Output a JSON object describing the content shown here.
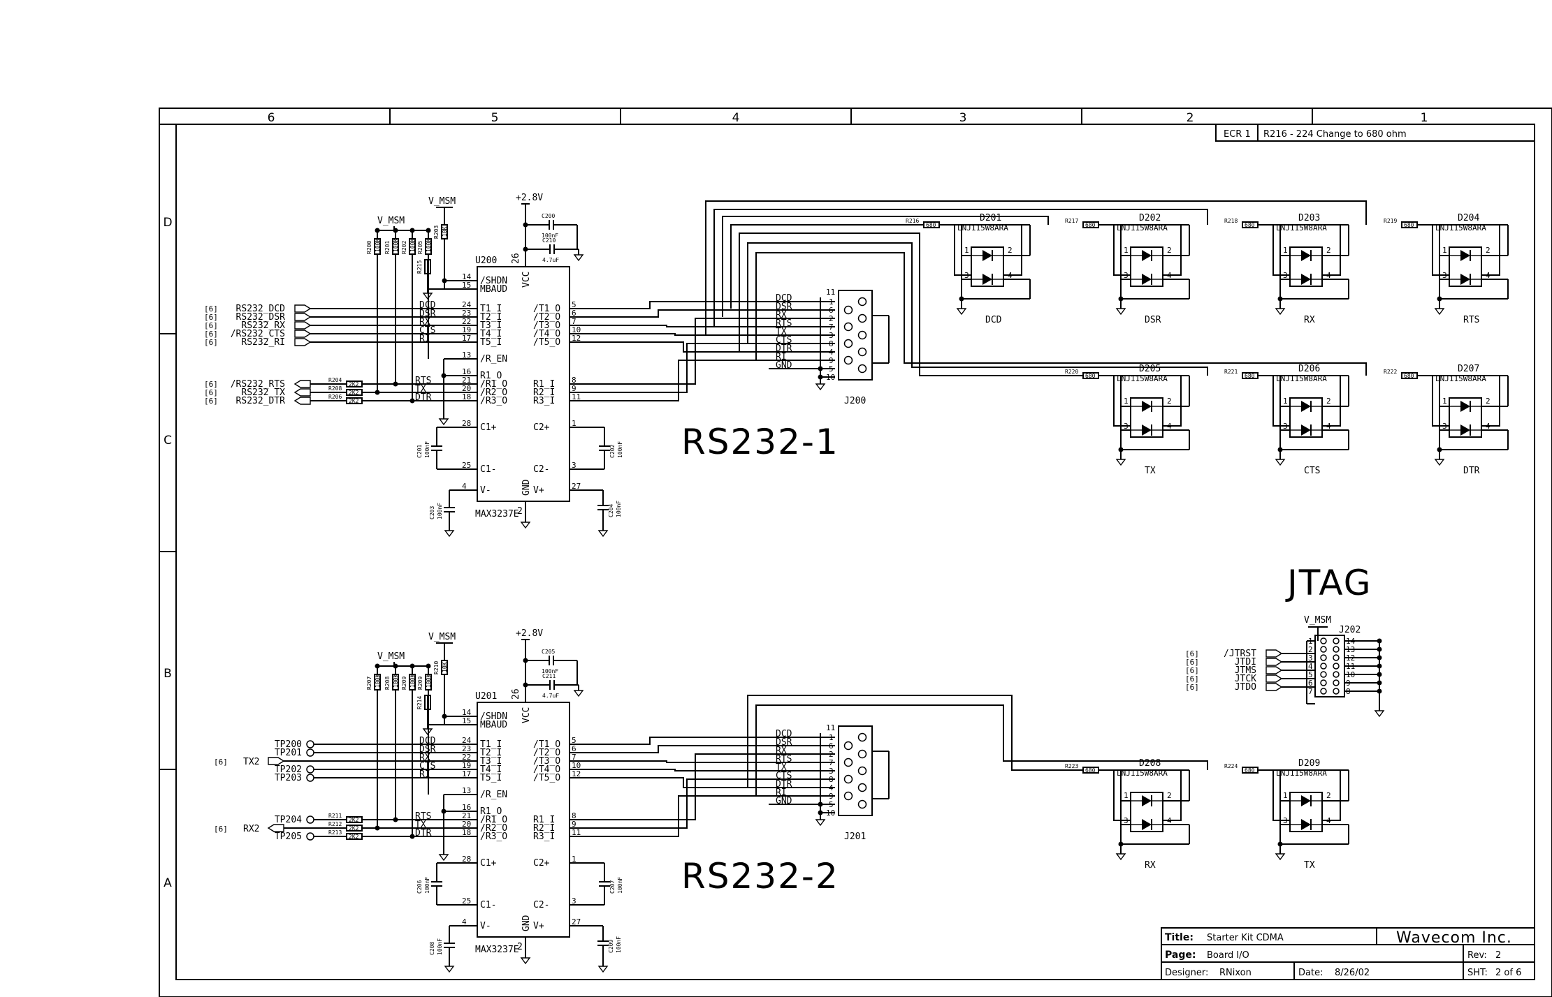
{
  "zones": {
    "columns": [
      "6",
      "5",
      "4",
      "3",
      "2",
      "1"
    ],
    "rows": [
      "D",
      "C",
      "B",
      "A"
    ]
  },
  "ecr": {
    "id": "ECR 1",
    "text": "R216 - 224 Change to 680 ohm"
  },
  "section_titles": {
    "rs232_1": "RS232-1",
    "rs232_2": "RS232-2",
    "jtag": "JTAG"
  },
  "power": {
    "vmsm": "V_MSM",
    "p28": "+2.8V",
    "sheet_ref": "[6]"
  },
  "ic": {
    "u200": {
      "ref": "U200",
      "part": "MAX3237E"
    },
    "u201": {
      "ref": "U201",
      "part": "MAX3237E"
    },
    "vcc": "VCC",
    "gnd": "GND",
    "vcc_pin": "26",
    "gnd_pin": "2",
    "left_pins": [
      {
        "n": "14",
        "name": "/SHDN"
      },
      {
        "n": "15",
        "name": "MBAUD"
      },
      {
        "n": "24",
        "name": "T1_I"
      },
      {
        "n": "23",
        "name": "T2_I"
      },
      {
        "n": "22",
        "name": "T3_I"
      },
      {
        "n": "19",
        "name": "T4_I"
      },
      {
        "n": "17",
        "name": "T5_I"
      },
      {
        "n": "13",
        "name": "/R_EN"
      },
      {
        "n": "16",
        "name": "R1_O"
      },
      {
        "n": "21",
        "name": "/R1_O"
      },
      {
        "n": "20",
        "name": "/R2_O"
      },
      {
        "n": "18",
        "name": "/R3_O"
      },
      {
        "n": "28",
        "name": "C1+"
      },
      {
        "n": "25",
        "name": "C1-"
      },
      {
        "n": "4",
        "name": "V-"
      }
    ],
    "right_pins": [
      {
        "n": "5",
        "name": "/T1_O"
      },
      {
        "n": "6",
        "name": "/T2_O"
      },
      {
        "n": "7",
        "name": "/T3_O"
      },
      {
        "n": "10",
        "name": "/T4_O"
      },
      {
        "n": "12",
        "name": "/T5_O"
      },
      {
        "n": "8",
        "name": "R1_I"
      },
      {
        "n": "9",
        "name": "R2_I"
      },
      {
        "n": "11",
        "name": "R3_I"
      },
      {
        "n": "1",
        "name": "C2+"
      },
      {
        "n": "3",
        "name": "C2-"
      },
      {
        "n": "27",
        "name": "V+"
      }
    ]
  },
  "signals": [
    "DCD",
    "DSR",
    "RX",
    "CTS",
    "RI"
  ],
  "signals_r": [
    "RTS",
    "TX",
    "DTR"
  ],
  "ports1": {
    "inputs": [
      "RS232_DCD",
      "RS232_DSR",
      "RS232_RX",
      "/RS232_CTS",
      "RS232_RI"
    ],
    "outputs": [
      "/RS232_RTS",
      "RS232_TX",
      "RS232_DTR"
    ]
  },
  "ports2": {
    "tps": [
      "TP200",
      "TP201",
      "TP202",
      "TP203"
    ],
    "tx2": "TX2",
    "rx2": "RX2",
    "tps_r": [
      "TP204",
      "TP205"
    ]
  },
  "resistors": {
    "pull1": [
      "R200",
      "R201",
      "R202",
      "R205"
    ],
    "pull1_val": "100K",
    "r203": "R203",
    "r215": "R215",
    "r203_val": "10K",
    "series1": [
      "R204",
      "R208",
      "R206"
    ],
    "pull2": [
      "R207",
      "R208",
      "R209",
      "R209"
    ],
    "r210": "R210",
    "r214": "R214",
    "series2": [
      "R211",
      "R212",
      "R213"
    ],
    "series_val": "2K2",
    "led_val": "680"
  },
  "caps": {
    "c200": "C200",
    "c210": "C210",
    "c201": "C201",
    "c202": "C202",
    "c203": "C203",
    "c204": "C204",
    "c205": "C205",
    "c211": "C211",
    "c206": "C206",
    "c207": "C207",
    "c208": "C208",
    "c209": "C209",
    "v100n": "100nF",
    "v47u": "4.7uF"
  },
  "connector": {
    "j200": "J200",
    "j201": "J201",
    "sigs": [
      "DCD",
      "DSR",
      "RX",
      "RTS",
      "TX",
      "CTS",
      "DTR",
      "RI",
      "GND"
    ],
    "pins": [
      "1",
      "6",
      "2",
      "7",
      "3",
      "8",
      "4",
      "9",
      "5"
    ],
    "p10": "10",
    "p11": "11"
  },
  "leds": {
    "part": "LNJ115W8ARA",
    "row1": [
      {
        "ref": "D201",
        "r": "R216",
        "label": "DCD"
      },
      {
        "ref": "D202",
        "r": "R217",
        "label": "DSR"
      },
      {
        "ref": "D203",
        "r": "R218",
        "label": "RX"
      },
      {
        "ref": "D204",
        "r": "R219",
        "label": "RTS"
      }
    ],
    "row2": [
      {
        "ref": "D205",
        "r": "R220",
        "label": "TX"
      },
      {
        "ref": "D206",
        "r": "R221",
        "label": "CTS"
      },
      {
        "ref": "D207",
        "r": "R222",
        "label": "DTR"
      }
    ],
    "row3": [
      {
        "ref": "D208",
        "r": "R223",
        "label": "RX"
      },
      {
        "ref": "D209",
        "r": "R224",
        "label": "TX"
      }
    ],
    "pins": [
      "1",
      "2",
      "3",
      "4"
    ]
  },
  "jtag": {
    "ref": "J202",
    "signals": [
      "/JTRST",
      "JTDI",
      "JTMS",
      "JTCK",
      "JTDO"
    ],
    "left_pins": [
      "1",
      "2",
      "3",
      "4",
      "5",
      "6",
      "7"
    ],
    "right_pins": [
      "14",
      "13",
      "12",
      "11",
      "10",
      "9",
      "8"
    ]
  },
  "title_block": {
    "title_label": "Title:",
    "title": "Starter Kit CDMA",
    "company": "Wavecom Inc.",
    "page_label": "Page:",
    "page": "Board I/O",
    "rev_label": "Rev:",
    "rev": "2",
    "designer_label": "Designer:",
    "designer": "RNixon",
    "date_label": "Date:",
    "date": "8/26/02",
    "sht_label": "SHT:",
    "sht": "2 of 6"
  }
}
